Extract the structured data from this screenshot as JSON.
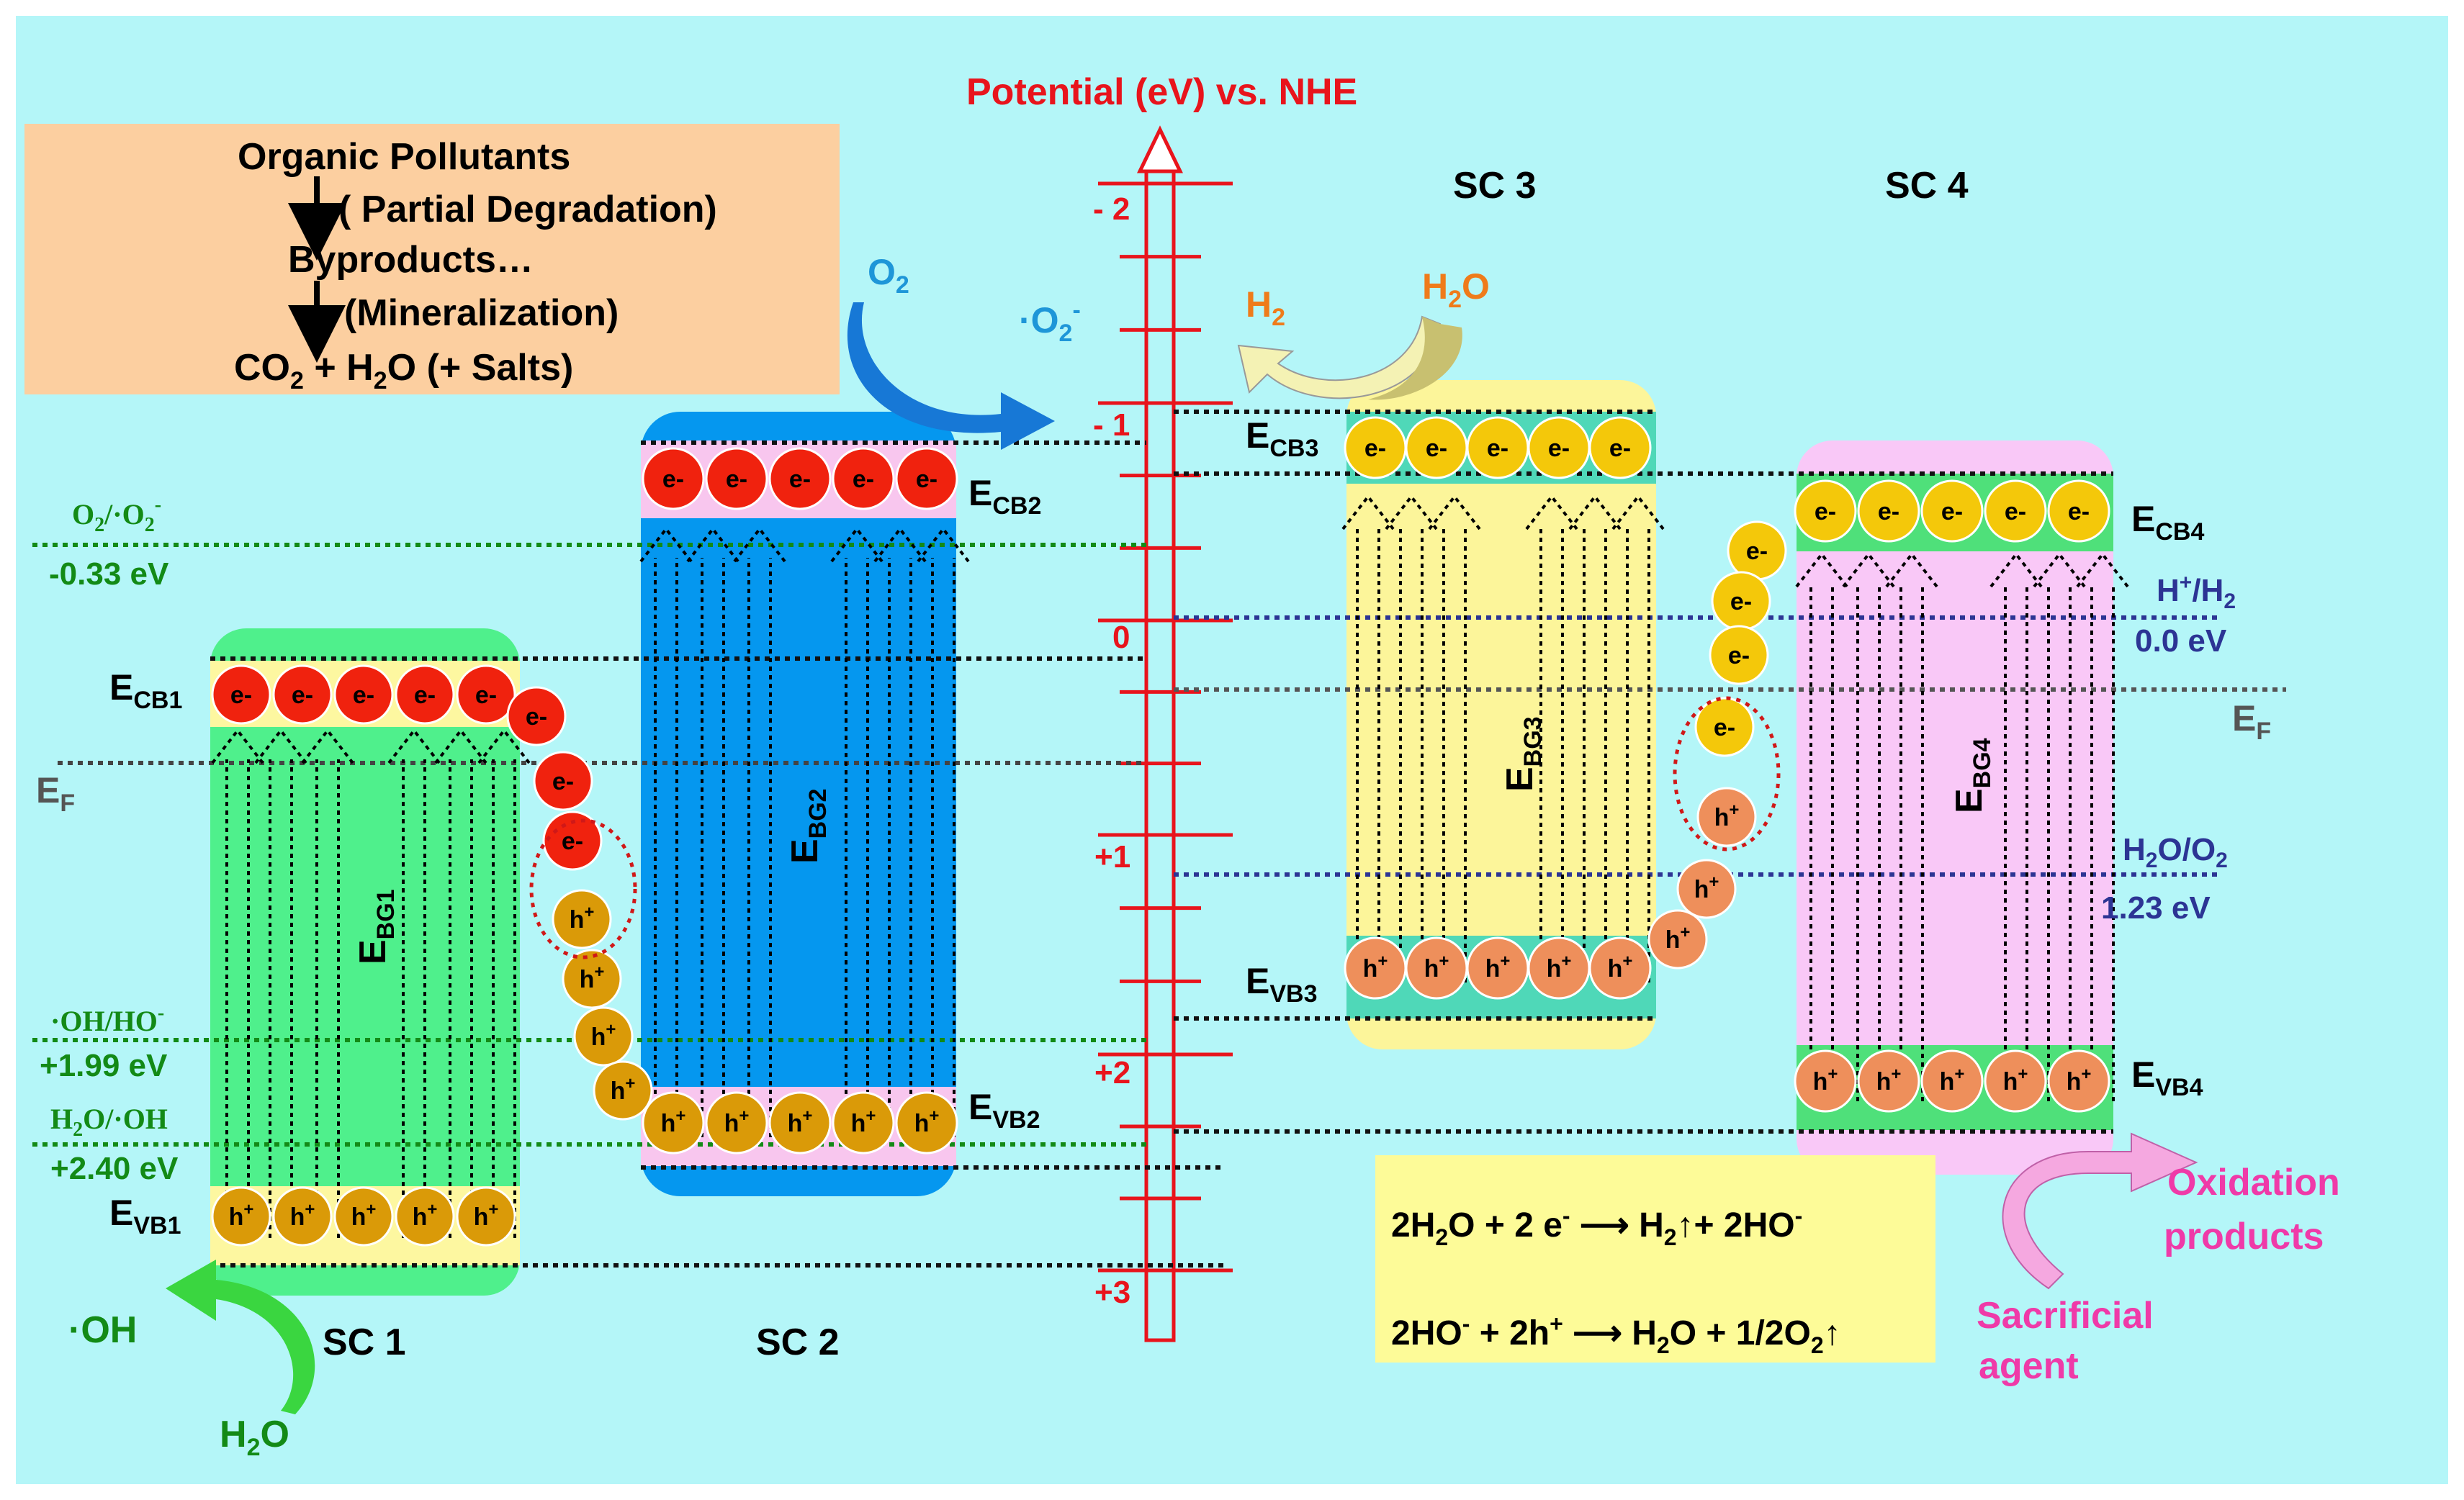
{
  "colors": {
    "background": "#b4f6f8",
    "axis": "#e8141c",
    "sc1": "#4ff08c",
    "sc2": "#0597ef",
    "sc3": "#fcf59a",
    "sc4": "#f9c8f7",
    "electron_red": "#f0220e",
    "hole_orange": "#da9a08",
    "electron_yellow": "#f4c80a",
    "hole_salmon": "#ee8f5b",
    "green_text": "#138a16",
    "blue_text": "#2c3494",
    "pink_text": "#ef3aa8",
    "orange_text": "#ef7b1a",
    "cyan_text": "#1e96d8"
  },
  "axis": {
    "title": "Potential (eV) vs. NHE",
    "ticks": [
      "- 2",
      "- 1",
      "0",
      "+1",
      "+2",
      "+3"
    ]
  },
  "pollutant_box": {
    "line1": "Organic Pollutants",
    "line2": "( Partial Degradation)",
    "line3": "Byproducts…",
    "line4": "(Mineralization)",
    "line5_a": "CO",
    "line5_sub": "2",
    "line5_b": " + H",
    "line5_sub2": "2",
    "line5_c": "O (+ Salts)"
  },
  "semiconductors": {
    "sc1": {
      "label": "SC 1",
      "cb_main": "E",
      "cb_sub": "CB1",
      "vb_main": "E",
      "vb_sub": "VB1",
      "bg_main": "E",
      "bg_sub": "BG1"
    },
    "sc2": {
      "label": "SC 2",
      "cb_main": "E",
      "cb_sub": "CB2",
      "vb_main": "E",
      "vb_sub": "VB2",
      "bg_main": "E",
      "bg_sub": "BG2"
    },
    "sc3": {
      "label": "SC 3",
      "cb_main": "E",
      "cb_sub": "CB3",
      "vb_main": "E",
      "vb_sub": "VB3",
      "bg_main": "E",
      "bg_sub": "BG3"
    },
    "sc4": {
      "label": "SC 4",
      "cb_main": "E",
      "cb_sub": "CB4",
      "vb_main": "E",
      "vb_sub": "VB4",
      "bg_main": "E",
      "bg_sub": "BG4"
    }
  },
  "carriers": {
    "electron": "e-",
    "hole": "h",
    "hole_sup": "+"
  },
  "fermi": {
    "main": "E",
    "sub": "F"
  },
  "redox_left": {
    "o2": {
      "a": "O",
      "s1": "2",
      "b": "/·O",
      "s2": "2",
      "sup": "-",
      "value": "-0.33 eV"
    },
    "oh": {
      "a": "·OH/HO",
      "sup": "-",
      "value": "+1.99 eV"
    },
    "h2o": {
      "a": "H",
      "s1": "2",
      "b": "O/·OH",
      "value": "+2.40 eV"
    }
  },
  "redox_right": {
    "h2": {
      "a": "H",
      "sup": "+",
      "b": "/H",
      "sub": "2",
      "value": "0.0 eV"
    },
    "o2": {
      "a": "H",
      "s1": "2",
      "b": "O/O",
      "s2": "2",
      "value": "1.23 eV"
    }
  },
  "species": {
    "oh_radical": "·OH",
    "h2o_left": {
      "a": "H",
      "sub": "2",
      "b": "O"
    },
    "o2_in": {
      "a": "O",
      "sub": "2"
    },
    "o2_radical": {
      "a": "·O",
      "sub": "2",
      "sup": "-"
    },
    "h2_out": {
      "a": "H",
      "sub": "2"
    },
    "h2o_in": {
      "a": "H",
      "sub": "2",
      "b": "O"
    }
  },
  "reactions": {
    "r1": {
      "a": "2H",
      "s1": "2",
      "b": "O + 2 e",
      "sup1": "-",
      "c": " ⟶ H",
      "s2": "2",
      "d": "↑+ 2HO",
      "sup2": "-"
    },
    "r2": {
      "a": "2HO",
      "sup1": "-",
      "b": " + 2h",
      "sup2": "+",
      "c": " ⟶ H",
      "s1": "2",
      "d": "O + 1/2O",
      "s2": "2",
      "e": "↑"
    }
  },
  "sacrificial": {
    "line1": "Sacrificial",
    "line2": "agent"
  },
  "oxidation": {
    "line1": "Oxidation",
    "line2": "products"
  }
}
